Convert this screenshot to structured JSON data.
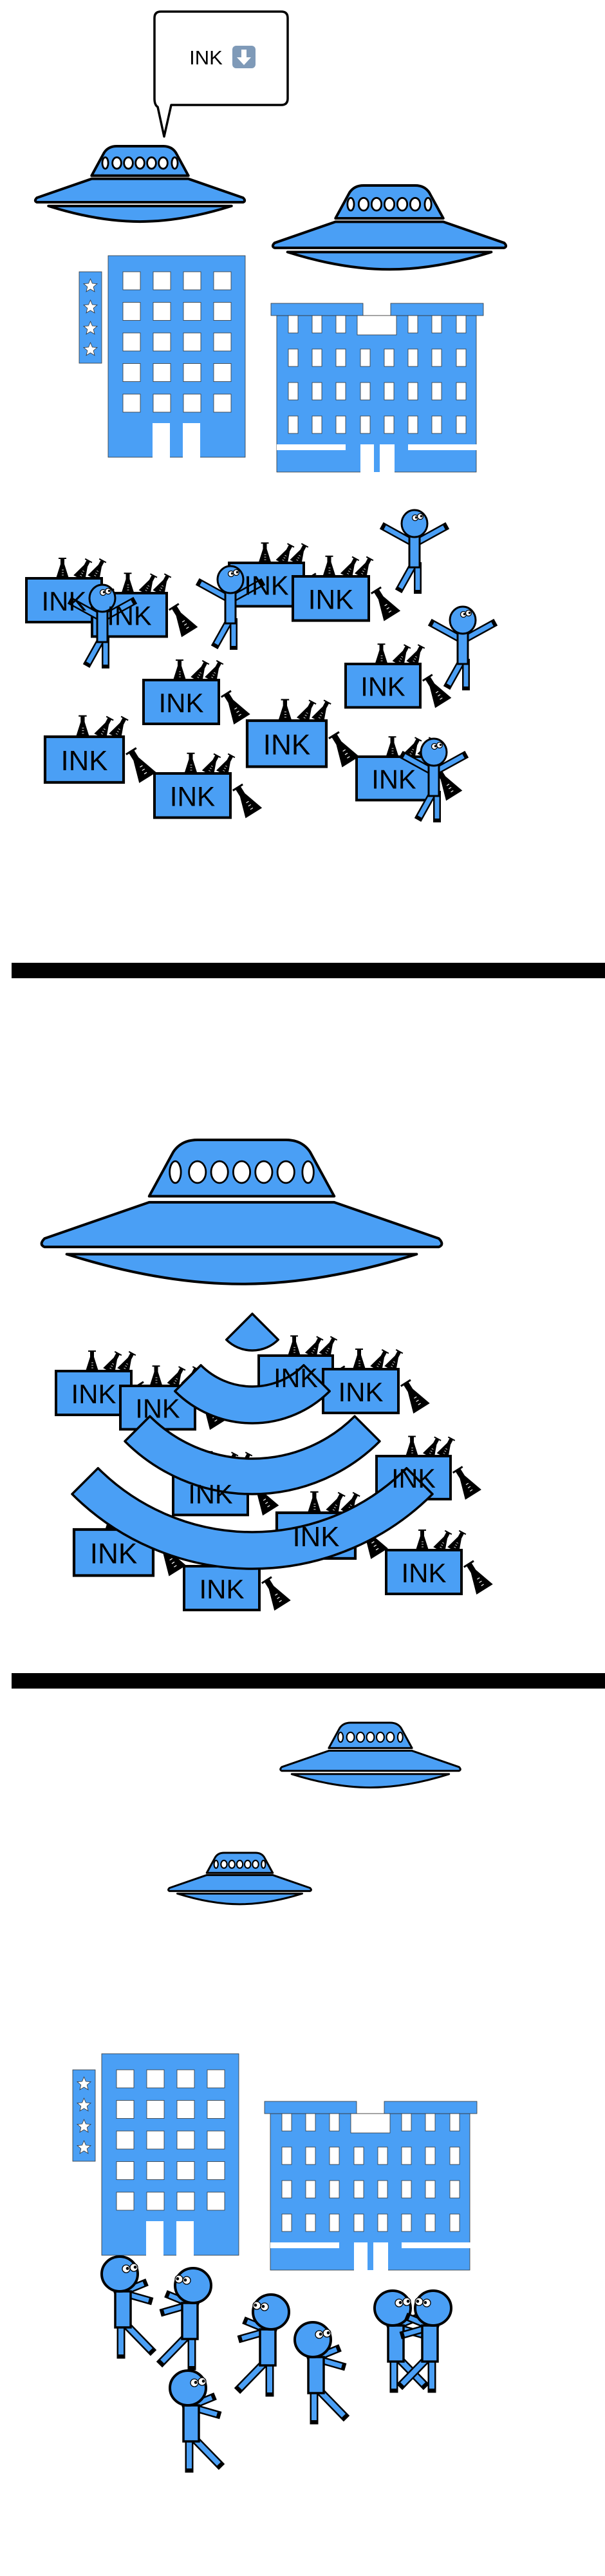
{
  "bubble": {
    "text": "INK",
    "icon": "down-arrow-emoji"
  },
  "crate_label": "INK",
  "colors": {
    "figure_blue": "#4a9ff5",
    "outline": "#000000",
    "window": "#ffffff",
    "emoji_tile": "#7f9ab8"
  }
}
